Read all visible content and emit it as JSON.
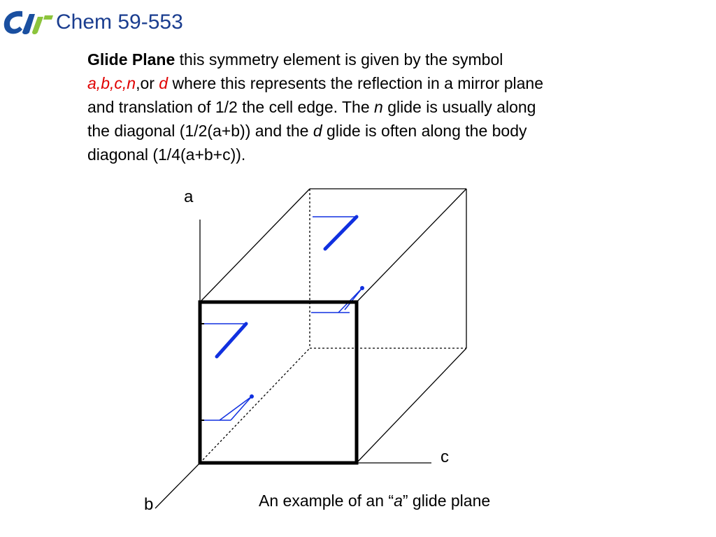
{
  "header": {
    "course": "Chem 59-553",
    "logo_icon": "university-logo-icon",
    "logo_colors": [
      "#1a4fa0",
      "#8cc43c"
    ]
  },
  "content": {
    "heading": "Glide Plane",
    "line1_after_heading": " this symmetry element is given by the symbol",
    "sym_a": "a",
    "comma1": ",",
    "sym_b": "b",
    "comma2": ",",
    "sym_c": "c",
    "comma3": ",",
    "sym_n": "n",
    "comma4": ",",
    "or_word": "or ",
    "sym_d": "d",
    "line2_rest": " where this represents the reflection in a mirror plane",
    "line3_pre": "and translation of 1/2 the cell edge. The ",
    "line3_n": "n",
    "line3_post": " glide is usually along",
    "line4_pre": "the diagonal (1/2(a+b)) and the ",
    "line4_d": "d",
    "line4_post": " glide is often along the body",
    "line5": "diagonal (1/4(a+b+c))."
  },
  "diagram": {
    "axis_a": "a",
    "axis_b": "b",
    "axis_c": "c",
    "caption_pre": "An example of an “",
    "caption_a": "a",
    "caption_post": "” glide plane",
    "colors": {
      "motif": "#1030e0",
      "edge": "#000000"
    }
  }
}
